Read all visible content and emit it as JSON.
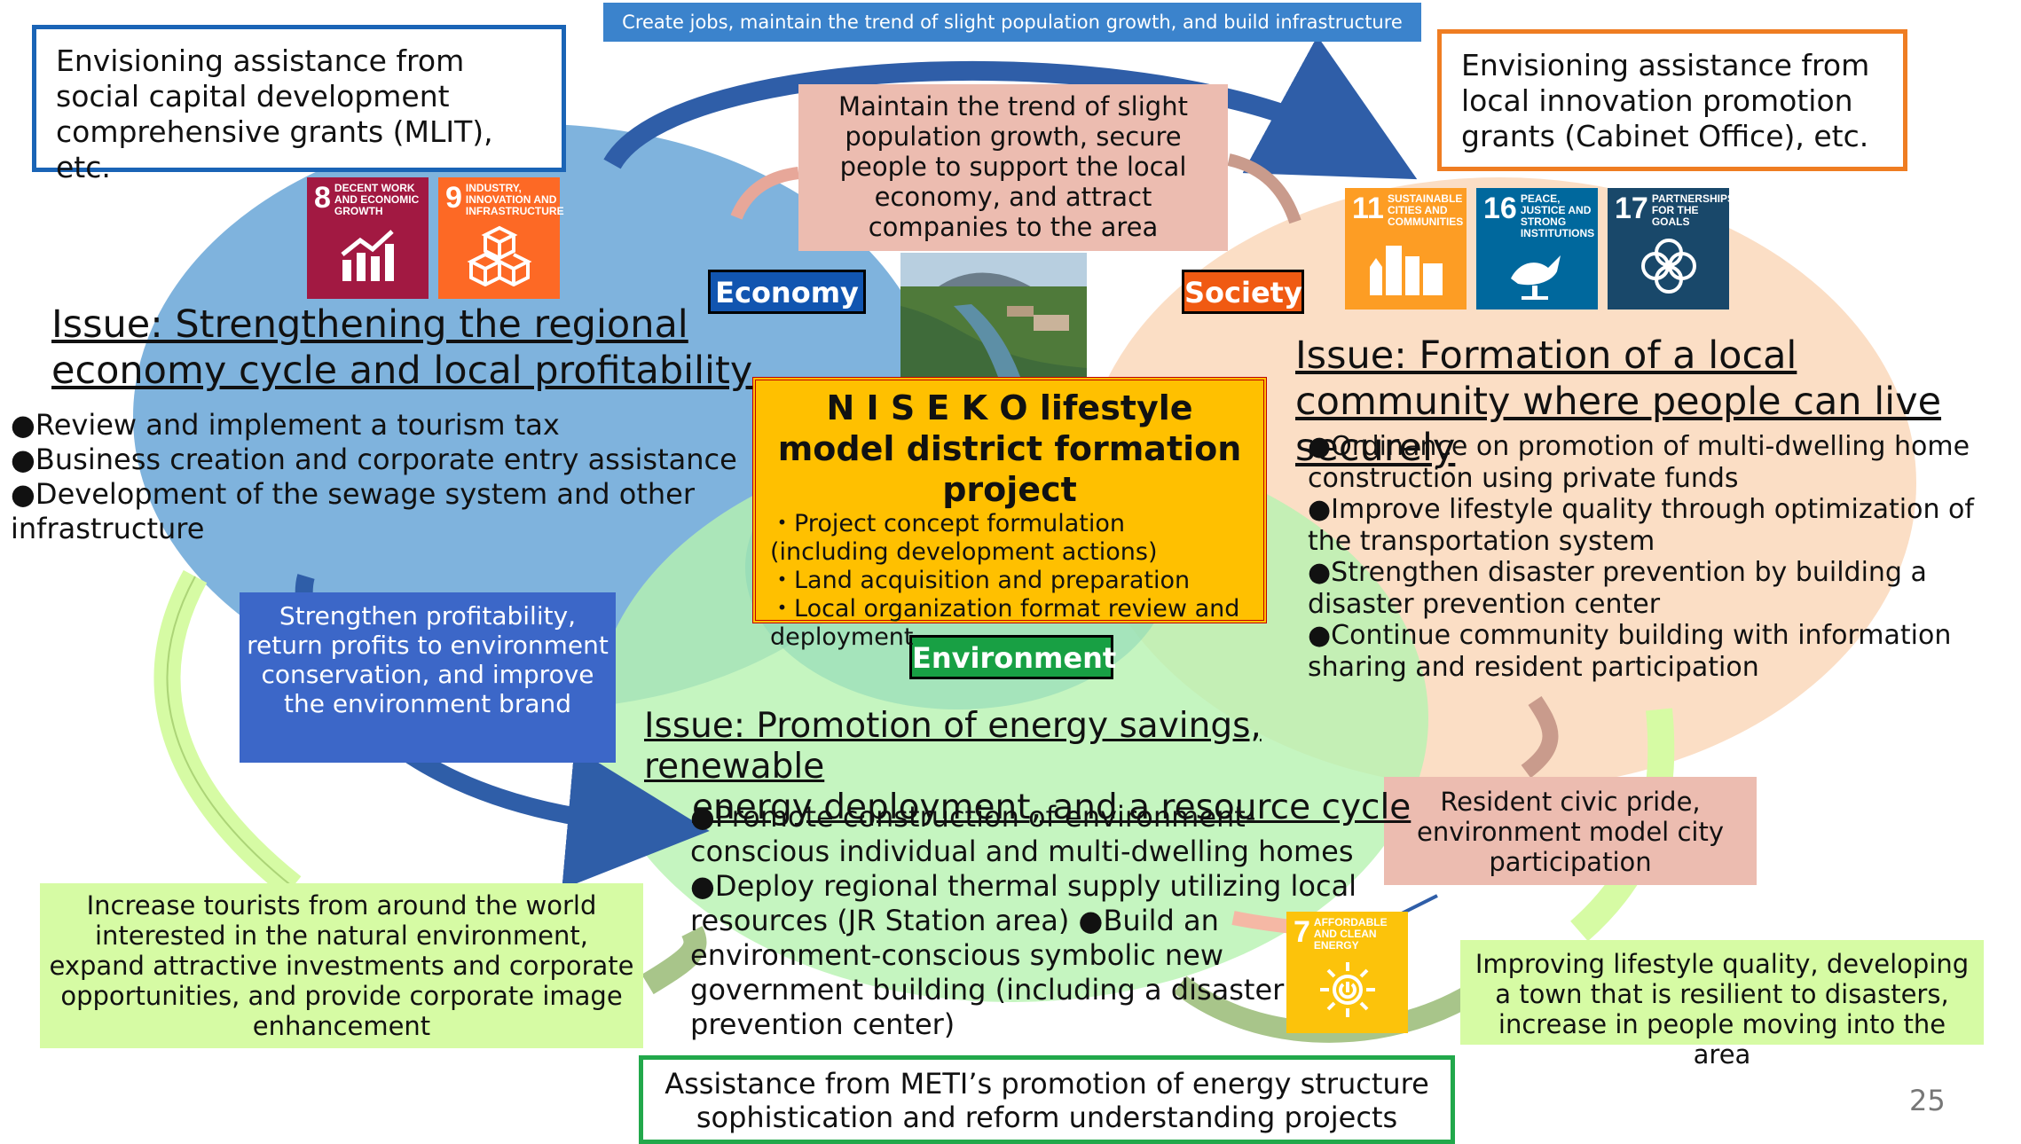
{
  "banner": "Create jobs, maintain the trend of slight population growth, and build infrastructure",
  "assist_left": "Envisioning assistance from social capital development comprehensive grants (MLIT), etc.",
  "assist_right": "Envisioning assistance from local innovation promotion grants (Cabinet Office), etc.",
  "assist_bottom": "Assistance from METI’s promotion of energy structure sophistication and reform understanding projects",
  "pink_top": "Maintain the trend of slight population growth, secure people to support the local economy, and attract companies to the area",
  "pink_right": "Resident civic pride, environment model city participation",
  "tags": {
    "economy": "Economy",
    "society": "Society",
    "environment": "Environment"
  },
  "project": {
    "title": "N I S E K O lifestyle model district formation project",
    "items": [
      "・Project concept formulation (including development actions)",
      "・Land acquisition and preparation",
      "・Local organization format review and deployment"
    ]
  },
  "economy": {
    "title": "Issue: Strengthening the regional economy cycle and local profitability",
    "bullets": [
      "●Review and implement a tourism tax",
      "●Business creation and corporate entry assistance",
      "●Development of the sewage system and other infrastructure"
    ]
  },
  "society": {
    "title": "Issue: Formation of a local community where people can live securely",
    "bullets": [
      "●Ordinance on promotion of multi-dwelling home construction using private funds",
      "●Improve lifestyle quality through optimization of the transportation system",
      "●Strengthen disaster prevention by building a disaster prevention center",
      "●Continue community building with information sharing and resident participation"
    ]
  },
  "environment": {
    "title_line1": "Issue: Promotion of energy savings, renewable",
    "title_line2": "energy deployment, and a resource cycle",
    "bullets": [
      "●Promote construction of environment-conscious individual and multi-dwelling homes",
      "●Deploy regional thermal supply utilizing local resources (JR Station area) ●Build an environment-conscious symbolic new government building (including a disaster prevention center)"
    ]
  },
  "blue_box": "Strengthen profitability, return profits to environment conservation, and improve the environment brand",
  "green_left": "Increase tourists from around the world interested in the natural environment, expand attractive investments and corporate opportunities, and provide corporate image enhancement",
  "green_right": "Improving lifestyle quality, developing a town that is resilient to disasters, increase in people moving into the area",
  "sdgs": [
    {
      "num": "8",
      "label": "Decent work and economic growth",
      "color": "#a21942"
    },
    {
      "num": "9",
      "label": "Industry, innovation and infrastructure",
      "color": "#fd6925"
    },
    {
      "num": "11",
      "label": "Sustainable cities and communities",
      "color": "#fd9d24"
    },
    {
      "num": "16",
      "label": "Peace, justice and strong institutions",
      "color": "#00689d"
    },
    {
      "num": "17",
      "label": "Partnerships for the goals",
      "color": "#19486a"
    },
    {
      "num": "7",
      "label": "Affordable and clean energy",
      "color": "#fcc30b"
    }
  ],
  "page_number": "25"
}
